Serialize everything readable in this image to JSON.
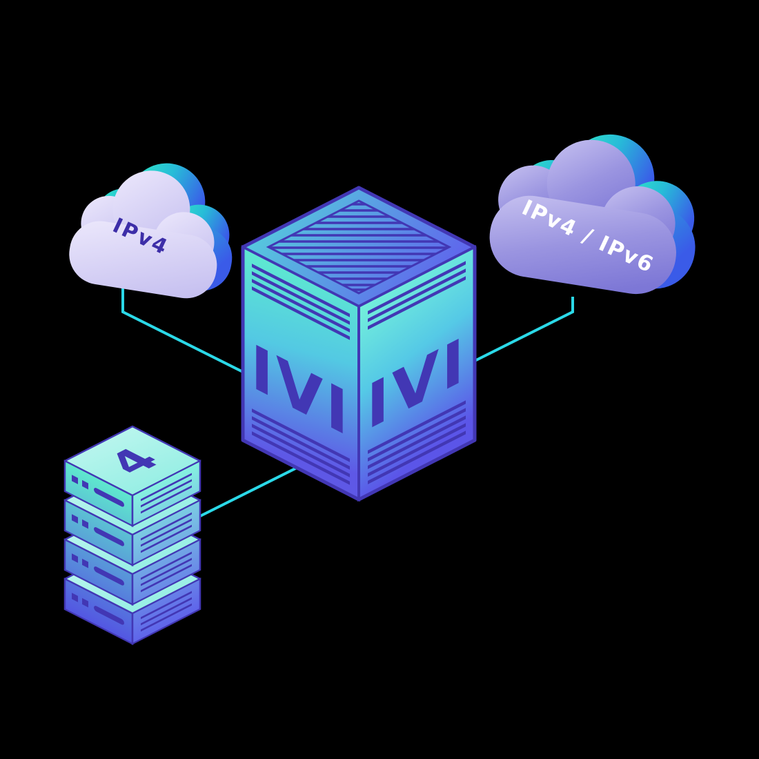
{
  "diagram": {
    "left_cloud": {
      "label": "IPv4"
    },
    "right_cloud": {
      "label": "IPv4 / IPv6"
    },
    "cube": {
      "left_label": "IVI",
      "right_label": "IVI"
    },
    "stack": {
      "label": "4"
    },
    "colors": {
      "background": "#000000",
      "connector": "#2BD9E8",
      "teal": "#2FE9C4",
      "indigo": "#4237B4",
      "lavender": "#E6E2F9",
      "purple": "#8D87DC"
    }
  }
}
